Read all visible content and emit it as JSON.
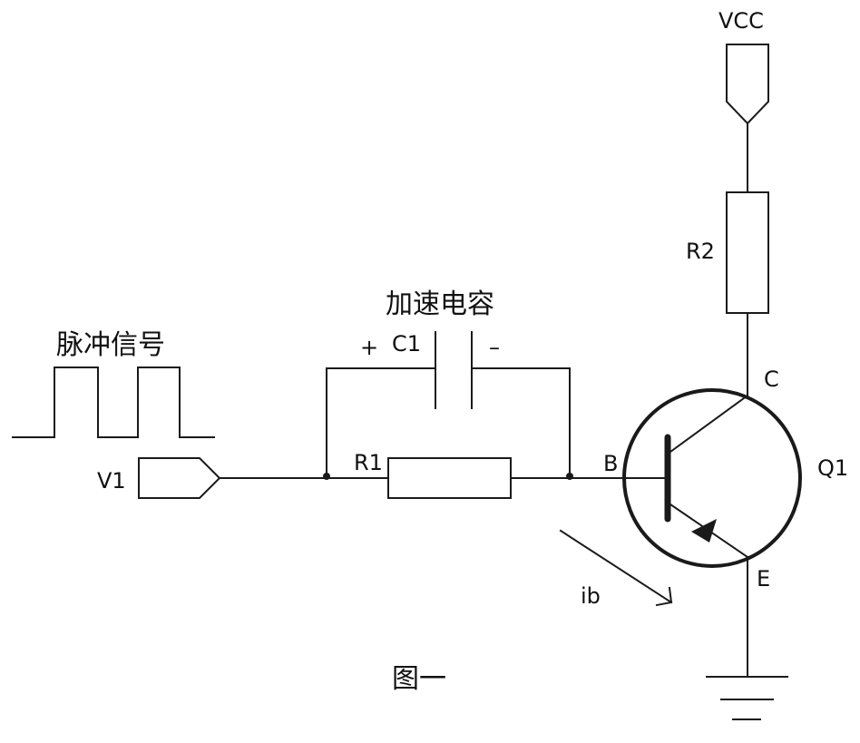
{
  "labels": {
    "pulse_signal": "脉冲信号",
    "accel_cap": "加速电容",
    "vcc": "VCC",
    "r1": "R1",
    "r2": "R2",
    "c1": "C1",
    "plus": "+",
    "minus": "–",
    "v1": "V1",
    "base": "B",
    "collector": "C",
    "emitter": "E",
    "q1": "Q1",
    "ib": "ib",
    "figure_caption": "图一"
  }
}
